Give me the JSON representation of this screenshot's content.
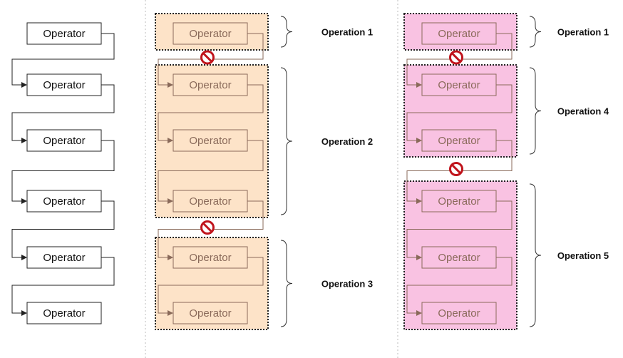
{
  "colors": {
    "orange_fill": "#fde3c8",
    "pink_fill": "#f9c2e2",
    "faded_box": "#8a6a5a",
    "dark": "#222222",
    "no_sign": "#c0141c",
    "divider": "#bbbbbb"
  },
  "operator_label": "Operator",
  "columns": [
    {
      "name": "sequential",
      "operator_count": 6
    },
    {
      "name": "orange-grouping",
      "groups": [
        {
          "label": "Operation 1",
          "operators": 1
        },
        {
          "label": "Operation 2",
          "operators": 3
        },
        {
          "label": "Operation 3",
          "operators": 2
        }
      ]
    },
    {
      "name": "pink-grouping",
      "groups": [
        {
          "label": "Operation 1",
          "operators": 1
        },
        {
          "label": "Operation 4",
          "operators": 2
        },
        {
          "label": "Operation 5",
          "operators": 3
        }
      ]
    }
  ],
  "icons": [
    "no-entry-icon"
  ]
}
